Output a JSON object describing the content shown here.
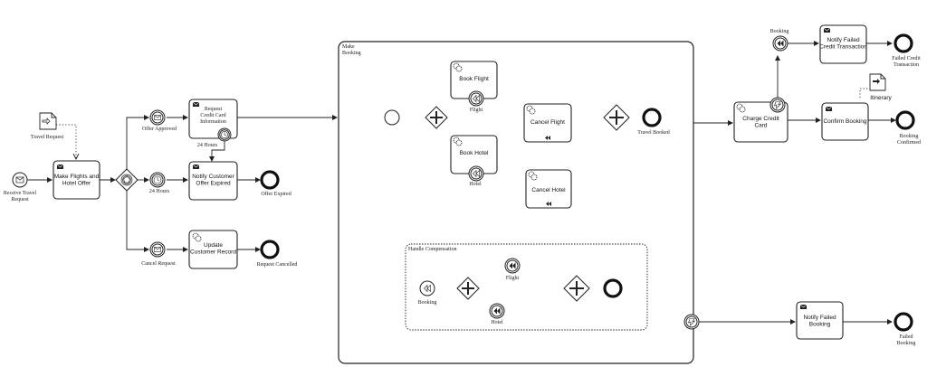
{
  "events": {
    "receive_travel_request": "Receive Travel\nRequest",
    "offer_approved": "Offer Approved",
    "timer_24_hours_boundary": "24 Hours",
    "timer_24_hours": "24 Hours",
    "cancel_request": "Cancel Request",
    "offer_expired": "Offer Expired",
    "request_cancelled": "Request Cancelled",
    "make_booking_title": "Make\nBooking",
    "flight_boundary": "Flight",
    "hotel_boundary": "Hotel",
    "travel_booked": "Travel Booked",
    "booking_boundary": "Booking",
    "failed_credit_transaction_end": "Failed Credit\nTransaction",
    "booking_confirmed": "Booking\nConfirmed",
    "failed_booking": "Failed\nBooking",
    "handle_compensation_title": "Handle Compensation",
    "comp_booking": "Booking",
    "comp_flight": "Flight",
    "comp_hotel": "Hotel"
  },
  "data_objects": {
    "travel_request": "Travel Request",
    "itinerary": "Itinerary"
  },
  "tasks": {
    "make_flights_hotel_offer": "Make Flights and\nHotel Offer",
    "request_credit_card_info": "Request\nCredit Card\nInformation",
    "notify_customer_offer_expired": "Notify Customer\nOffer Expired",
    "update_customer_record": "Update\nCustomer Record",
    "book_flight": "Book Flight",
    "cancel_flight": "Cancel Flight",
    "book_hotel": "Book Hotel",
    "cancel_hotel": "Cancel Hotel",
    "charge_credit_card": "Charge Credit\nCard",
    "notify_failed_credit_transaction": "Notify Failed\nCredit Transaction",
    "confirm_booking": "Confirm Booking",
    "notify_failed_booking": "Notify Failed\nBooking"
  },
  "icon_names": [
    "envelope-icon",
    "gear-icon",
    "timer-icon",
    "rewind-icon",
    "cancel-icon",
    "document-icon",
    "parallel-gateway-icon",
    "event-gateway-icon"
  ]
}
